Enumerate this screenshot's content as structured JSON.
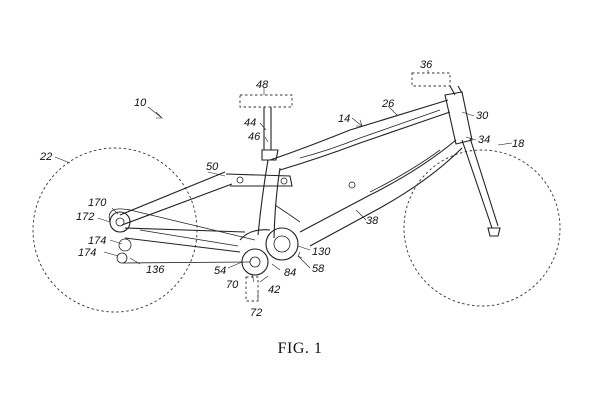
{
  "figure": {
    "caption": "FIG. 1",
    "reference_numerals": [
      "10",
      "14",
      "18",
      "22",
      "26",
      "30",
      "34",
      "36",
      "38",
      "42",
      "44",
      "46",
      "48",
      "50",
      "54",
      "58",
      "70",
      "72",
      "84",
      "130",
      "136",
      "170",
      "172",
      "174",
      "174"
    ]
  }
}
